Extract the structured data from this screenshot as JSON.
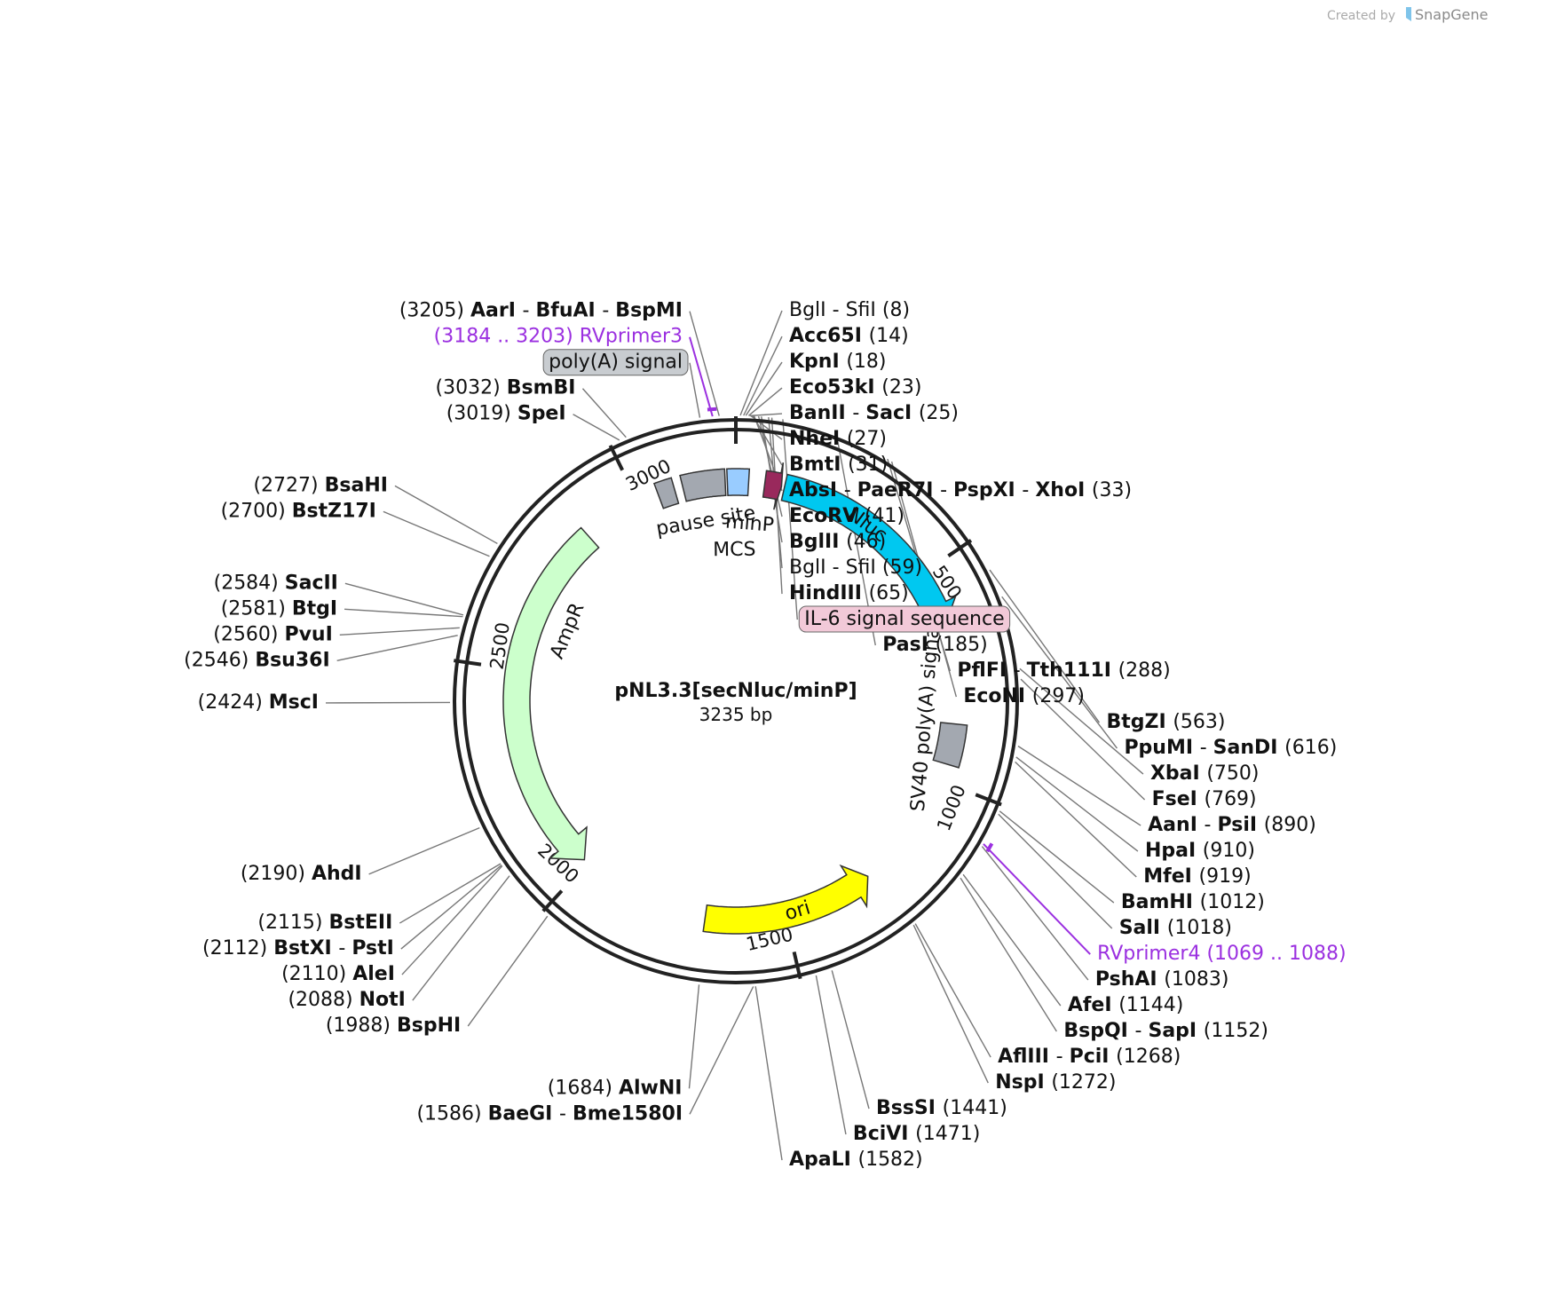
{
  "credit": {
    "prefix": "Created by",
    "brand": "SnapGene"
  },
  "plasmid": {
    "name": "pNL3.3[secNluc/minP]",
    "length_label": "3235 bp",
    "length": 3235
  },
  "colors": {
    "ampr": "#ccffcc",
    "nluc": "#00c8f0",
    "ori": "#ffff00",
    "minp": "#99295c",
    "polya": "#a3a8b0",
    "mcs": "#99ccff",
    "primer": "#9b30e0",
    "il6_box": "#f2c9d8",
    "polya_box": "#c8ccd0"
  },
  "ticks": [
    {
      "bp": 500,
      "label": "500"
    },
    {
      "bp": 1000,
      "label": "1000"
    },
    {
      "bp": 1500,
      "label": "1500"
    },
    {
      "bp": 2000,
      "label": "2000"
    },
    {
      "bp": 2500,
      "label": "2500"
    },
    {
      "bp": 3000,
      "label": "3000"
    }
  ],
  "features": [
    {
      "name": "AmpR",
      "start": 2000,
      "end": 2860,
      "direction": "reverse",
      "color": "#ccffcc"
    },
    {
      "name": "ori",
      "start": 1640,
      "end": 1270,
      "direction": "reverse-label",
      "color": "#ffff00"
    },
    {
      "name": "Nluc",
      "start": 115,
      "end": 630,
      "direction": "forward",
      "color": "#00c8f0"
    },
    {
      "name": "minP",
      "start": 70,
      "end": 105,
      "direction": "forward",
      "color": "#99295c"
    },
    {
      "name": "SV40 poly(A) signal",
      "start": 860,
      "end": 960,
      "direction": "none",
      "color": "#a3a8b0"
    },
    {
      "name": "MCS",
      "start": 3225,
      "end": 30,
      "direction": "none",
      "color": "#99ccff"
    },
    {
      "name": "pause site",
      "start": 3120,
      "end": 3220,
      "direction": "none",
      "color": "#a3a8b0"
    }
  ],
  "labels": [
    {
      "parts": [
        [
          "(3205)",
          0
        ],
        [
          "AarI",
          1
        ],
        [
          " - ",
          0
        ],
        [
          "BfuAI",
          1
        ],
        [
          " - ",
          0
        ],
        [
          "BspMI",
          1
        ]
      ],
      "bp": 3205,
      "side": "left"
    },
    {
      "parts": [
        [
          "(3184 .. 3203)",
          2
        ],
        [
          "RVprimer3",
          2
        ]
      ],
      "bp": 3193,
      "side": "left",
      "primer": true
    },
    {
      "parts": [
        [
          "poly(A) signal",
          3
        ]
      ],
      "bp": 3170,
      "side": "left",
      "boxed": "polya_box"
    },
    {
      "parts": [
        [
          "(3032)",
          0
        ],
        [
          "BsmBI",
          1
        ]
      ],
      "bp": 3032,
      "side": "left"
    },
    {
      "parts": [
        [
          "(3019)",
          0
        ],
        [
          "SpeI",
          1
        ]
      ],
      "bp": 3019,
      "side": "left"
    },
    {
      "parts": [
        [
          "(2727)",
          0
        ],
        [
          "BsaHI",
          1
        ]
      ],
      "bp": 2727,
      "side": "left"
    },
    {
      "parts": [
        [
          "(2700)",
          0
        ],
        [
          "BstZ17I",
          1
        ]
      ],
      "bp": 2700,
      "side": "left"
    },
    {
      "parts": [
        [
          "(2584)",
          0
        ],
        [
          "SacII",
          1
        ]
      ],
      "bp": 2584,
      "side": "left"
    },
    {
      "parts": [
        [
          "(2581)",
          0
        ],
        [
          "BtgI",
          1
        ]
      ],
      "bp": 2581,
      "side": "left"
    },
    {
      "parts": [
        [
          "(2560)",
          0
        ],
        [
          "PvuI",
          1
        ]
      ],
      "bp": 2560,
      "side": "left"
    },
    {
      "parts": [
        [
          "(2546)",
          0
        ],
        [
          "Bsu36I",
          1
        ]
      ],
      "bp": 2546,
      "side": "left"
    },
    {
      "parts": [
        [
          "(2424)",
          0
        ],
        [
          "MscI",
          1
        ]
      ],
      "bp": 2424,
      "side": "left"
    },
    {
      "parts": [
        [
          "(2190)",
          0
        ],
        [
          "AhdI",
          1
        ]
      ],
      "bp": 2190,
      "side": "left"
    },
    {
      "parts": [
        [
          "(2115)",
          0
        ],
        [
          "BstEII",
          1
        ]
      ],
      "bp": 2115,
      "side": "left"
    },
    {
      "parts": [
        [
          "(2112)",
          0
        ],
        [
          "BstXI",
          1
        ],
        [
          " - ",
          0
        ],
        [
          "PstI",
          1
        ]
      ],
      "bp": 2112,
      "side": "left"
    },
    {
      "parts": [
        [
          "(2110)",
          0
        ],
        [
          "AleI",
          1
        ]
      ],
      "bp": 2110,
      "side": "left"
    },
    {
      "parts": [
        [
          "(2088)",
          0
        ],
        [
          "NotI",
          1
        ]
      ],
      "bp": 2088,
      "side": "left"
    },
    {
      "parts": [
        [
          "(1988)",
          0
        ],
        [
          "BspHI",
          1
        ]
      ],
      "bp": 1988,
      "side": "left"
    },
    {
      "parts": [
        [
          "(1684)",
          0
        ],
        [
          "AlwNI",
          1
        ]
      ],
      "bp": 1684,
      "side": "left"
    },
    {
      "parts": [
        [
          "(1586)",
          0
        ],
        [
          "BaeGI",
          1
        ],
        [
          " - ",
          0
        ],
        [
          "Bme1580I",
          1
        ]
      ],
      "bp": 1586,
      "side": "left"
    },
    {
      "parts": [
        [
          "BglI",
          0
        ],
        [
          " - ",
          0
        ],
        [
          "SfiI",
          0
        ],
        [
          "(8)",
          0
        ]
      ],
      "bp": 8,
      "side": "right"
    },
    {
      "parts": [
        [
          "Acc65I",
          1
        ],
        [
          "(14)",
          0
        ]
      ],
      "bp": 14,
      "side": "right"
    },
    {
      "parts": [
        [
          "KpnI",
          1
        ],
        [
          "(18)",
          0
        ]
      ],
      "bp": 18,
      "side": "right"
    },
    {
      "parts": [
        [
          "Eco53kI",
          1
        ],
        [
          "(23)",
          0
        ]
      ],
      "bp": 23,
      "side": "right"
    },
    {
      "parts": [
        [
          "BanII",
          1
        ],
        [
          " - ",
          0
        ],
        [
          "SacI",
          1
        ],
        [
          "(25)",
          0
        ]
      ],
      "bp": 25,
      "side": "right"
    },
    {
      "parts": [
        [
          "NheI",
          1
        ],
        [
          "(27)",
          0
        ]
      ],
      "bp": 27,
      "side": "right"
    },
    {
      "parts": [
        [
          "BmtI",
          1
        ],
        [
          "(31)",
          0
        ]
      ],
      "bp": 31,
      "side": "right"
    },
    {
      "parts": [
        [
          "AbsI",
          1
        ],
        [
          " - ",
          0
        ],
        [
          "PaeR7I",
          1
        ],
        [
          " - ",
          0
        ],
        [
          "PspXI",
          1
        ],
        [
          " - ",
          0
        ],
        [
          "XhoI",
          1
        ],
        [
          "(33)",
          0
        ]
      ],
      "bp": 33,
      "side": "right"
    },
    {
      "parts": [
        [
          "EcoRV",
          1
        ],
        [
          "(41)",
          0
        ]
      ],
      "bp": 41,
      "side": "right"
    },
    {
      "parts": [
        [
          "BglII",
          1
        ],
        [
          "(46)",
          0
        ]
      ],
      "bp": 46,
      "side": "right"
    },
    {
      "parts": [
        [
          "BglI",
          0
        ],
        [
          " - ",
          0
        ],
        [
          "SfiI",
          0
        ],
        [
          "(59)",
          0
        ]
      ],
      "bp": 59,
      "side": "right"
    },
    {
      "parts": [
        [
          "HindIII",
          1
        ],
        [
          "(65)",
          0
        ]
      ],
      "bp": 65,
      "side": "right"
    },
    {
      "parts": [
        [
          "IL-6 signal sequence",
          3
        ]
      ],
      "bp": 85,
      "side": "right",
      "boxed": "il6_box"
    },
    {
      "parts": [
        [
          "PasI",
          1
        ],
        [
          "(185)",
          0
        ]
      ],
      "bp": 185,
      "side": "right"
    },
    {
      "parts": [
        [
          "PflFI",
          1
        ],
        [
          " - ",
          0
        ],
        [
          "Tth111I",
          1
        ],
        [
          "(288)",
          0
        ]
      ],
      "bp": 288,
      "side": "right"
    },
    {
      "parts": [
        [
          "EcoNI",
          1
        ],
        [
          "(297)",
          0
        ]
      ],
      "bp": 297,
      "side": "right"
    },
    {
      "parts": [
        [
          "BtgZI",
          1
        ],
        [
          "(563)",
          0
        ]
      ],
      "bp": 563,
      "side": "right"
    },
    {
      "parts": [
        [
          "PpuMI",
          1
        ],
        [
          " - ",
          0
        ],
        [
          "SanDI",
          1
        ],
        [
          "(616)",
          0
        ]
      ],
      "bp": 616,
      "side": "right"
    },
    {
      "parts": [
        [
          "XbaI",
          1
        ],
        [
          "(750)",
          0
        ]
      ],
      "bp": 750,
      "side": "right"
    },
    {
      "parts": [
        [
          "FseI",
          1
        ],
        [
          "(769)",
          0
        ]
      ],
      "bp": 769,
      "side": "right"
    },
    {
      "parts": [
        [
          "AanI",
          1
        ],
        [
          " - ",
          0
        ],
        [
          "PsiI",
          1
        ],
        [
          "(890)",
          0
        ]
      ],
      "bp": 890,
      "side": "right"
    },
    {
      "parts": [
        [
          "HpaI",
          1
        ],
        [
          "(910)",
          0
        ]
      ],
      "bp": 910,
      "side": "right"
    },
    {
      "parts": [
        [
          "MfeI",
          1
        ],
        [
          "(919)",
          0
        ]
      ],
      "bp": 919,
      "side": "right"
    },
    {
      "parts": [
        [
          "BamHI",
          1
        ],
        [
          "(1012)",
          0
        ]
      ],
      "bp": 1012,
      "side": "right"
    },
    {
      "parts": [
        [
          "SalI",
          1
        ],
        [
          "(1018)",
          0
        ]
      ],
      "bp": 1018,
      "side": "right"
    },
    {
      "parts": [
        [
          "PshAI",
          1
        ],
        [
          "(1083)",
          0
        ]
      ],
      "bp": 1083,
      "side": "right"
    },
    {
      "parts": [
        [
          "RVprimer4",
          2
        ],
        [
          "(1069 .. 1088)",
          2
        ]
      ],
      "bp": 1078,
      "side": "right",
      "primer": true
    },
    {
      "parts": [
        [
          "AfeI",
          1
        ],
        [
          "(1144)",
          0
        ]
      ],
      "bp": 1144,
      "side": "right"
    },
    {
      "parts": [
        [
          "BspQI",
          1
        ],
        [
          " - ",
          0
        ],
        [
          "SapI",
          1
        ],
        [
          "(1152)",
          0
        ]
      ],
      "bp": 1152,
      "side": "right"
    },
    {
      "parts": [
        [
          "AflIII",
          1
        ],
        [
          " - ",
          0
        ],
        [
          "PciI",
          1
        ],
        [
          "(1268)",
          0
        ]
      ],
      "bp": 1268,
      "side": "right"
    },
    {
      "parts": [
        [
          "NspI",
          1
        ],
        [
          "(1272)",
          0
        ]
      ],
      "bp": 1272,
      "side": "right"
    },
    {
      "parts": [
        [
          "BssSI",
          1
        ],
        [
          "(1441)",
          0
        ]
      ],
      "bp": 1441,
      "side": "right"
    },
    {
      "parts": [
        [
          "BciVI",
          1
        ],
        [
          "(1471)",
          0
        ]
      ],
      "bp": 1471,
      "side": "right"
    },
    {
      "parts": [
        [
          "ApaLI",
          1
        ],
        [
          "(1582)",
          0
        ]
      ],
      "bp": 1582,
      "side": "right"
    }
  ]
}
